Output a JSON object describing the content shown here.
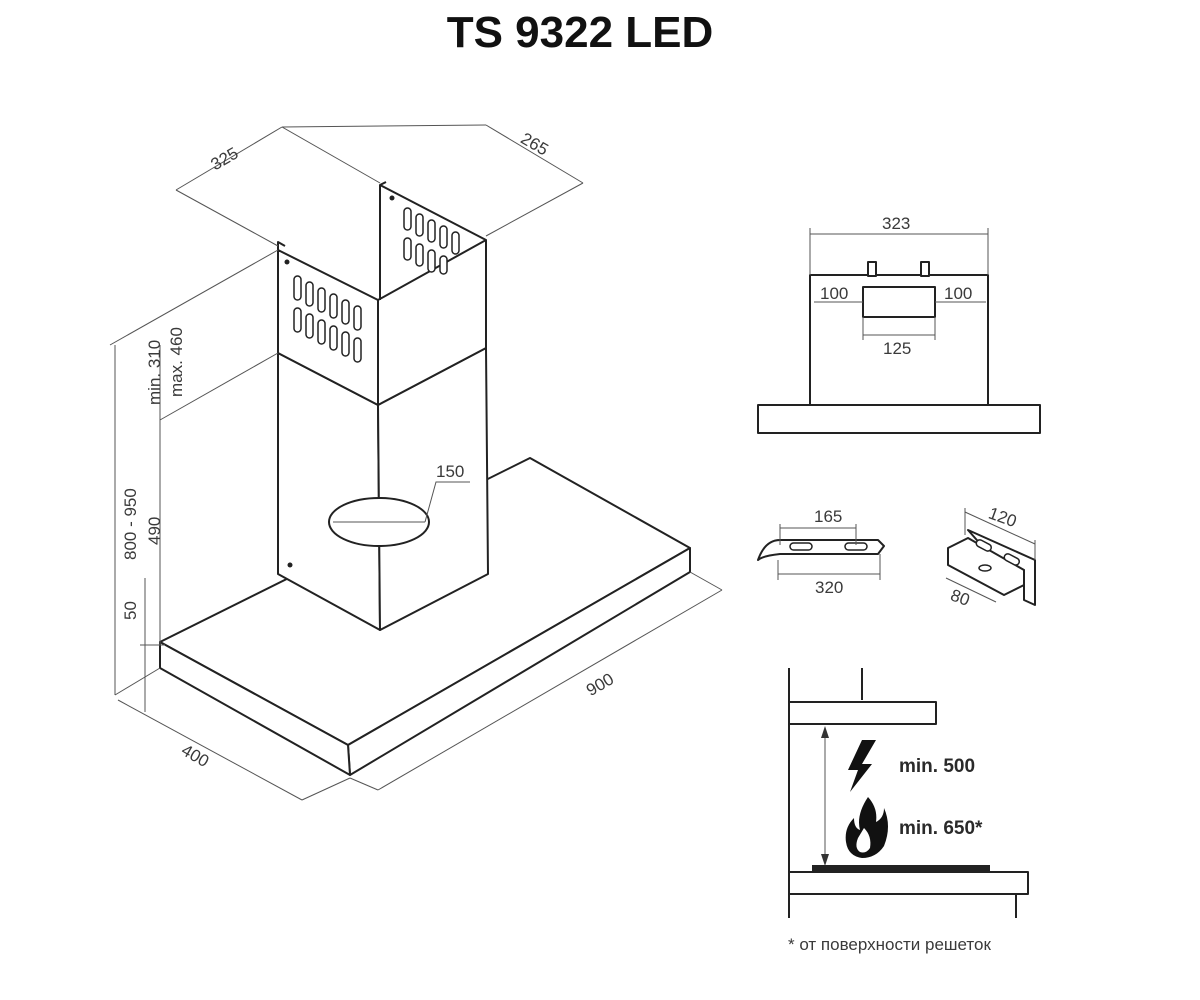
{
  "title": "TS 9322 LED",
  "dimensions": {
    "duct_width": "325",
    "duct_depth": "265",
    "duct_min": "min. 310",
    "duct_max": "max. 460",
    "total_height": "800 - 950",
    "chimney_lower": "490",
    "hood_thickness": "50",
    "hood_depth": "400",
    "hood_width": "900",
    "outlet_diameter": "150",
    "back_width": "323",
    "left_offset": "100",
    "right_offset": "100",
    "outlet_width": "125",
    "bracket_slot_span": "165",
    "bracket_length": "320",
    "side_bracket_width": "120",
    "side_bracket_depth": "80"
  },
  "clearances": {
    "electric": "min. 500",
    "gas": "min. 650*"
  },
  "footnote": "* от поверхности решеток",
  "icons": [
    "lightning-icon",
    "flame-icon"
  ]
}
